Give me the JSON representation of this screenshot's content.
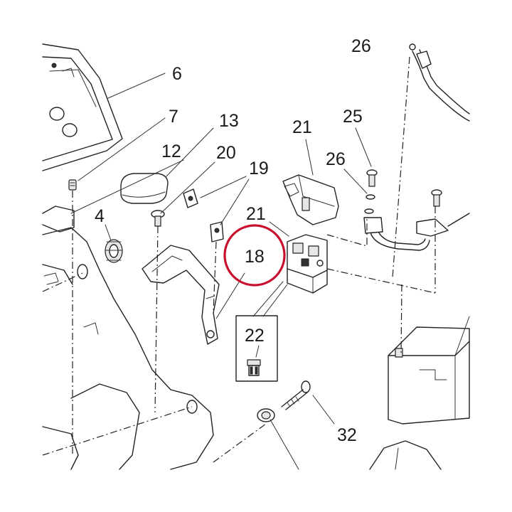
{
  "diagram": {
    "highlight_color": "#c8102e",
    "callouts": {
      "c6": "6",
      "c7": "7",
      "c13": "13",
      "c12": "12",
      "c20": "20",
      "c19": "19",
      "c4": "4",
      "c21a": "21",
      "c21b": "21",
      "c25": "25",
      "c26a": "26",
      "c26b": "26",
      "c18": "18",
      "c22": "22",
      "c32": "32"
    }
  }
}
